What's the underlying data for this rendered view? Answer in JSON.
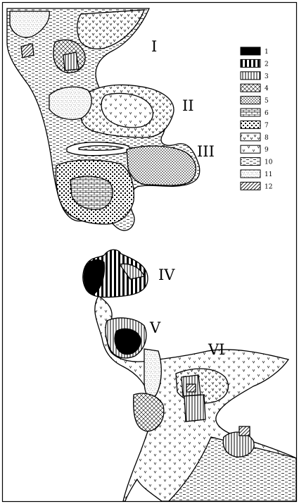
{
  "diagram": {
    "region_labels": [
      "I",
      "II",
      "III",
      "IV",
      "V",
      "VI"
    ],
    "legend": {
      "items": [
        {
          "label": "1",
          "pattern": "solid-black"
        },
        {
          "label": "2",
          "pattern": "thick-vertical-stripes"
        },
        {
          "label": "3",
          "pattern": "thin-vertical-stripes"
        },
        {
          "label": "4",
          "pattern": "crosshatch"
        },
        {
          "label": "5",
          "pattern": "dots-dense"
        },
        {
          "label": "6",
          "pattern": "bricks"
        },
        {
          "label": "7",
          "pattern": "small-checks"
        },
        {
          "label": "8",
          "pattern": "v-marks"
        },
        {
          "label": "9",
          "pattern": "sparse-v"
        },
        {
          "label": "10",
          "pattern": "dashes"
        },
        {
          "label": "11",
          "pattern": "stipple"
        },
        {
          "label": "12",
          "pattern": "diagonal-hatch"
        }
      ]
    },
    "colors": {
      "ink": "#000000",
      "paper": "#ffffff"
    }
  }
}
